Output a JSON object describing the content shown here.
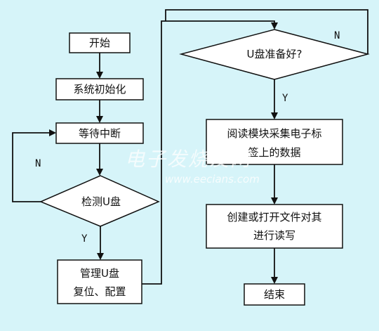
{
  "nodes": {
    "start": "开始",
    "init": "系统初始化",
    "wait_interrupt": "等待中断",
    "detect_u": "检测U盘",
    "manage_line1": "管理U盘",
    "manage_line2": "复位、配置",
    "u_ready": "U盘准备好?",
    "read_line1": "阅读模块采集电子标",
    "read_line2": "签上的数据",
    "create_line1": "创建或打开文件对其",
    "create_line2": "进行读写",
    "end": "结束"
  },
  "labels": {
    "yes": "Y",
    "no": "N"
  },
  "watermark": {
    "cn": "电子发烧友网",
    "url": "www.eecians.com"
  },
  "colors": {
    "background": "#d6f4f9",
    "box": "#ffffff",
    "line": "#111111"
  }
}
